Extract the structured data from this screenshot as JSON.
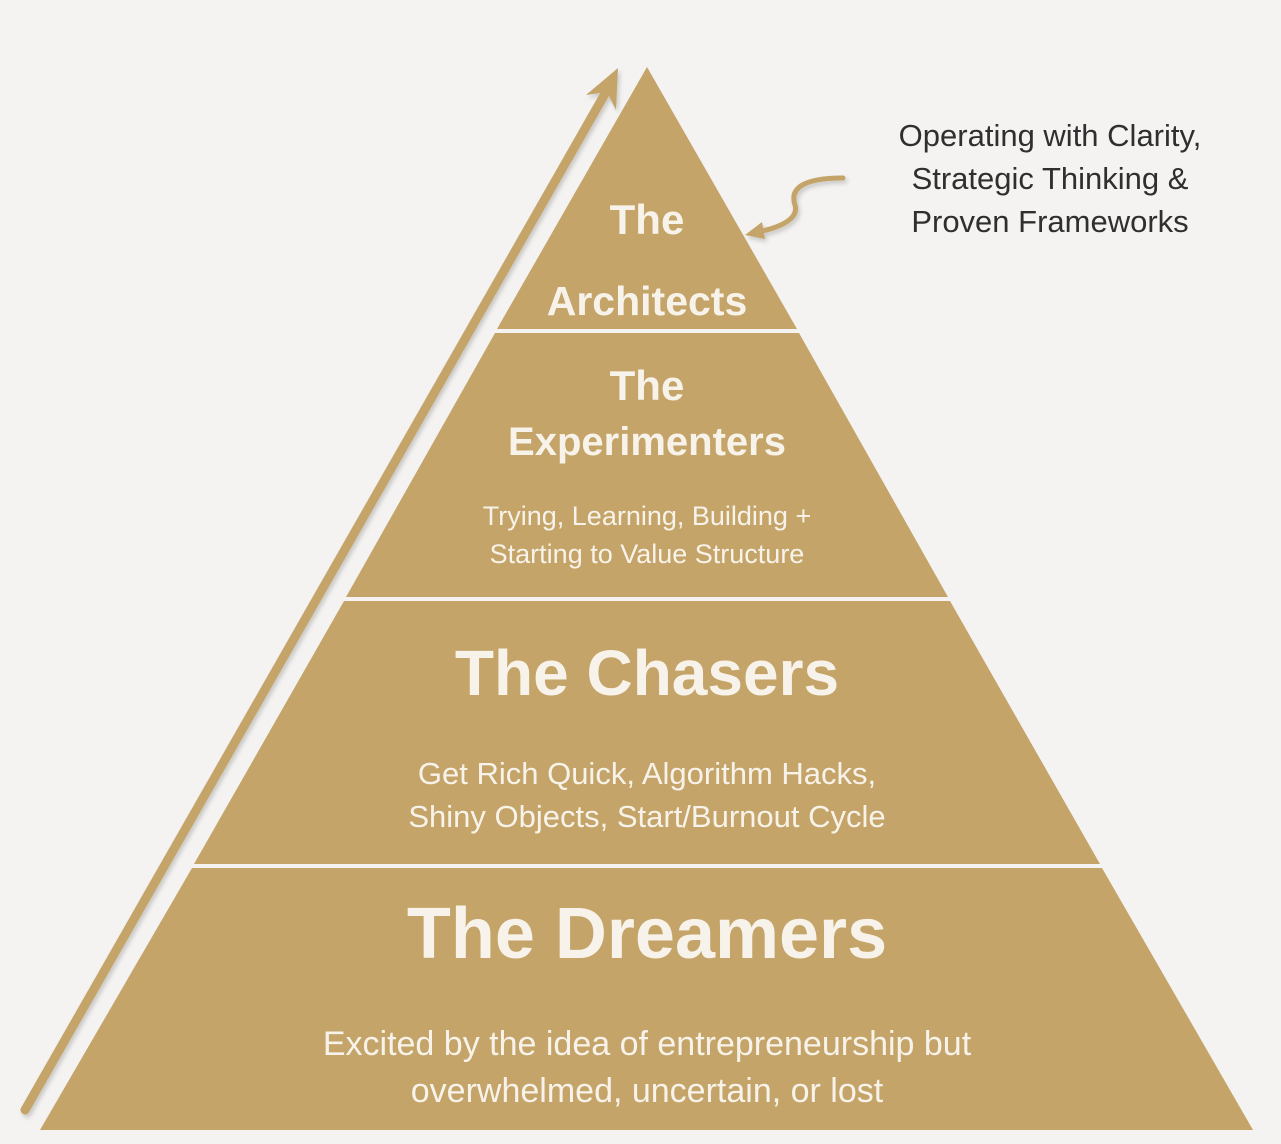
{
  "colors": {
    "background": "#f4f3f1",
    "gold": "#c4a468",
    "text_light": "#f8f3ea",
    "text_dark": "#2f2f2f"
  },
  "annotation": {
    "lines": [
      "Operating with Clarity,",
      "Strategic Thinking &",
      "Proven Frameworks"
    ]
  },
  "tiers": [
    {
      "title_lines": [
        "The",
        "Architects"
      ]
    },
    {
      "title_lines": [
        "The",
        "Experimenters"
      ],
      "desc_lines": [
        "Trying, Learning, Building +",
        "Starting to Value Structure"
      ]
    },
    {
      "title_lines": [
        "The Chasers"
      ],
      "desc_lines": [
        "Get Rich Quick, Algorithm Hacks,",
        "Shiny Objects, Start/Burnout Cycle"
      ]
    },
    {
      "title_lines": [
        "The Dreamers"
      ],
      "desc_lines": [
        "Excited by the idea of entrepreneurship but",
        "overwhelmed, uncertain, or lost"
      ]
    }
  ]
}
